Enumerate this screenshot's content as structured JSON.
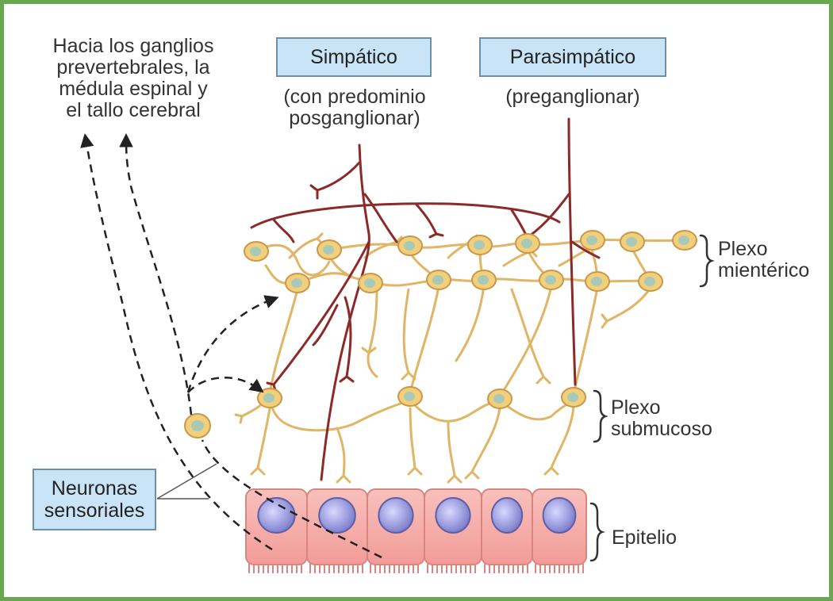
{
  "labels": {
    "destination": "Hacia los ganglios\nprevertebrales, la\nmédula espinal y\nel tallo cerebral",
    "sympathetic_box": "Simpático",
    "sympathetic_sub": "(con predominio\nposganglionar)",
    "parasympathetic_box": "Parasimpático",
    "parasympathetic_sub": "(preganglionar)",
    "myenteric": "Plexo\nmientérico",
    "submucosal": "Plexo\nsubmucoso",
    "epithelium": "Epitelio",
    "sensory_box": "Neuronas\nsensoriales"
  },
  "colors": {
    "frame": "#6aa84f",
    "box_fill": "#c9e4f7",
    "box_border": "#6f8fa6",
    "extrinsic_fiber": "#8b2a28",
    "plexus_fiber": "#e0b565",
    "ganglion_fill": "#f2cf7a",
    "ganglion_nucleus": "#a9c9b8",
    "cell_fill": "#f4a7a3",
    "cell_nucleus": "#8e8fd6"
  }
}
